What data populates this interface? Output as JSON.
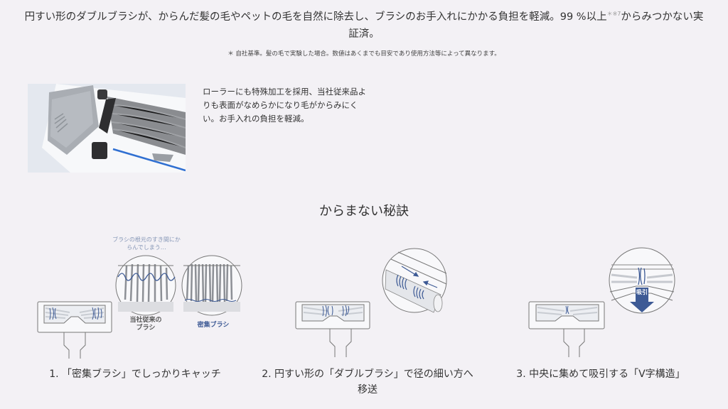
{
  "intro": {
    "text_main": "円すい形のダブルブラシが、からんだ髪の毛やペットの毛を自然に除去し、ブラシのお手入れにかかる負担を軽減。99 %以上",
    "superscript": "＊※7",
    "text_tail": "からみつかない実証済。"
  },
  "note": "＊ 自社基準。髪の毛で実験した場合。数値はあくまでも目安であり使用方法等によって異なります。",
  "feature": {
    "image_alt": "roller-brush-closeup",
    "description": "ローラーにも特殊加工を採用、当社従来品よりも表面がなめらかになり毛がからみにくい。お手入れの負担を軽減。"
  },
  "section": {
    "title": "からまない秘訣"
  },
  "steps": [
    {
      "caption": "1. 「密集ブラシ」でしっかりキャッチ",
      "annotation": "ブラシの根元のすき間にからんでしまう…",
      "label_conventional": "当社従来のブラシ",
      "label_dense": "密集ブラシ"
    },
    {
      "caption": "2. 円すい形の「ダブルブラシ」で径の細い方へ移送"
    },
    {
      "caption": "3. 中央に集めて吸引する「V字構造」",
      "arrow_label": "吸引"
    }
  ],
  "colors": {
    "background": "#f3f1f5",
    "text": "#333333",
    "accent_blue": "#3d5a95",
    "annotation_blue": "#8596b6",
    "line_gray": "#777777"
  }
}
